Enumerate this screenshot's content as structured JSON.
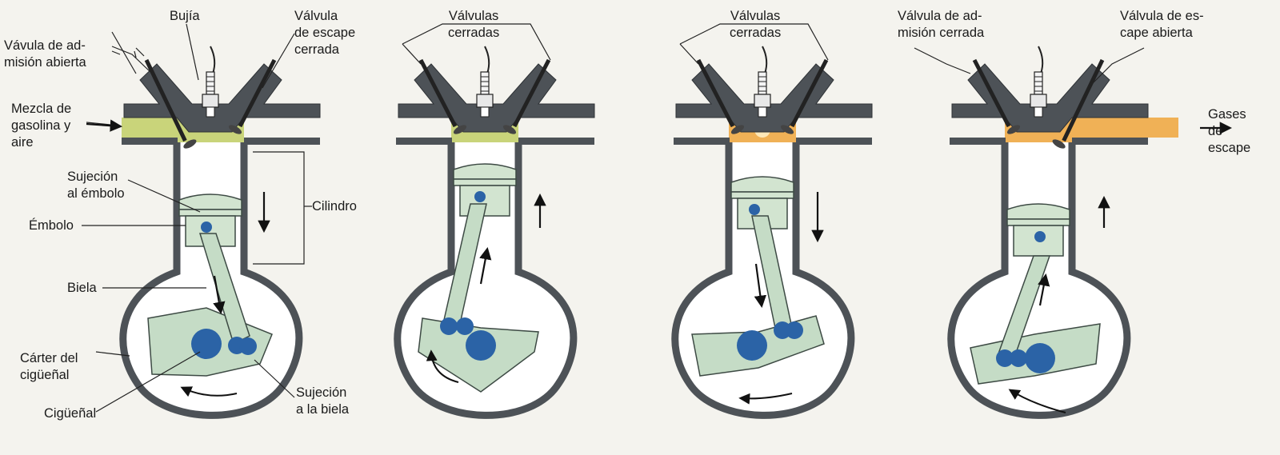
{
  "colors": {
    "block": "#4d5257",
    "block_edge": "#2e3236",
    "crankcase_inner": "#ffffff",
    "intake_mixture": "#c9d47a",
    "combustion_gas": "#f0b156",
    "spark_flash": "#fde8b8",
    "piston": "#d2e4d0",
    "piston_edge": "#3d4a44",
    "connecting_rod": "#c5dcc6",
    "crankshaft": "#2b63a6",
    "arrow": "#111111",
    "background": "#f4f3ee"
  },
  "icons": {
    "spark_plug": "spark-plug-icon",
    "motion_arrow": "arrow-icon",
    "rotation_arrow": "curved-arrow-icon"
  },
  "labels": {
    "spark_plug": "Bujía",
    "exhaust_valve_closed": "Válvula\nde escape\ncerrada",
    "intake_valve_open": "Vávula de ad-\nmisión abierta",
    "fuel_air_mixture": "Mezcla de\ngasolina y\naire",
    "piston_pin": "Sujeción\nal émbolo",
    "piston": "Émbolo",
    "cylinder": "Cilindro",
    "connecting_rod": "Biela",
    "crankcase": "Cárter del\ncigüeñal",
    "crankshaft": "Cigüeñal",
    "rod_bearing": "Sujeción\na la biela",
    "valves_closed_2": "Válvulas\ncerradas",
    "valves_closed_3": "Válvulas\ncerradas",
    "intake_valve_closed": "Válvula de ad-\nmisión cerrada",
    "exhaust_valve_open": "Válvula de es-\ncape abierta",
    "exhaust_gases": "Gases\nde\nescape"
  }
}
